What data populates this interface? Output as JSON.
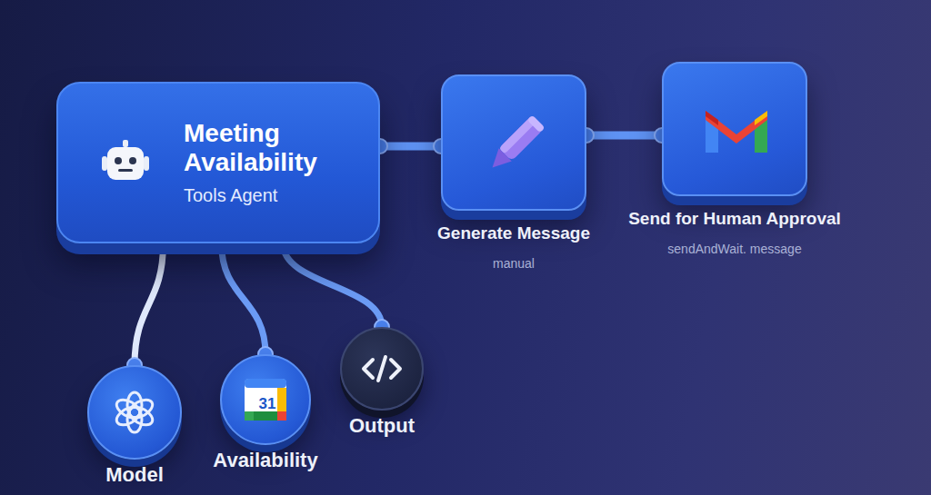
{
  "diagram": {
    "nodes": [
      {
        "text": [
          "Meeting Availability",
          "Tools Agent"
        ]
      },
      {
        "text": [
          "Generate Message",
          "manual"
        ]
      },
      {
        "text": [
          "Send for Human Approval",
          "sendAndWait. message"
        ]
      },
      {
        "text": [
          "Model"
        ]
      },
      {
        "text": [
          "Availability"
        ]
      },
      {
        "text": [
          "Output"
        ]
      }
    ],
    "edges": [
      {
        "from": 0,
        "to": 1,
        "arrow": "none"
      },
      {
        "from": 1,
        "to": 2,
        "arrow": "none"
      },
      {
        "from": 0,
        "to": 3,
        "arrow": "none"
      },
      {
        "from": 0,
        "to": 4,
        "arrow": "none"
      },
      {
        "from": 0,
        "to": 5,
        "arrow": "none"
      }
    ],
    "labels": [
      "31"
    ]
  }
}
